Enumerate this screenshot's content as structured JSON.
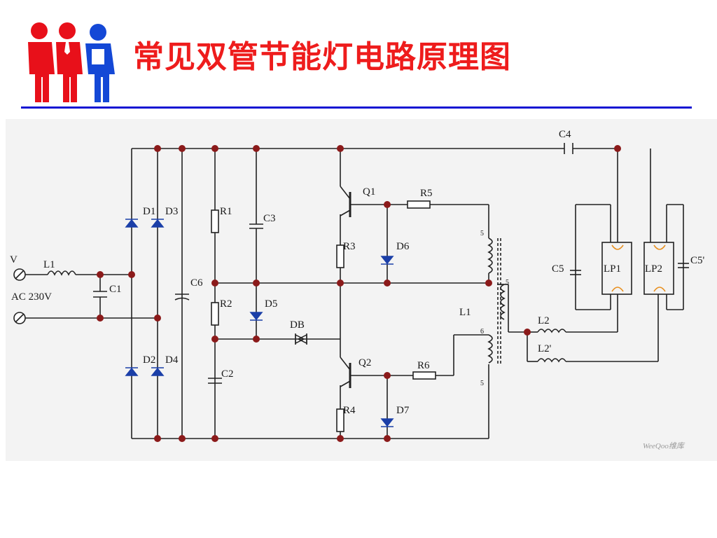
{
  "slide": {
    "title": "常见双管节能灯电路原理图",
    "colors": {
      "title": "#ee1c1c",
      "rule": "#1414d2",
      "junction": "#8b1a1a",
      "diode": "#1b3fa8",
      "logo_red": "#e8101a",
      "logo_blue": "#1448d6"
    }
  },
  "schematic": {
    "labels": {
      "v": "V",
      "l1_input": "L1",
      "ac": "AC 230V",
      "c1": "C1",
      "d1": "D1",
      "d3": "D3",
      "d2": "D2",
      "d4": "D4",
      "c6": "C6",
      "r1": "R1",
      "c3": "C3",
      "r2": "R2",
      "d5": "D5",
      "c2": "C2",
      "db": "DB",
      "q1": "Q1",
      "r5": "R5",
      "r3": "R3",
      "d6": "D6",
      "q2": "Q2",
      "r6": "R6",
      "r4": "R4",
      "d7": "D7",
      "l1_transformer": "L1",
      "c4": "C4",
      "c5": "C5",
      "lp1": "LP1",
      "lp2": "LP2",
      "c5p": "C5'",
      "l2": "L2",
      "l2p": "L2'",
      "winding_dot_1": "5",
      "winding_dot_2": "5",
      "winding_dot_3": "6",
      "winding_dot_4": "5"
    },
    "watermark": "WeeQoo维库"
  }
}
